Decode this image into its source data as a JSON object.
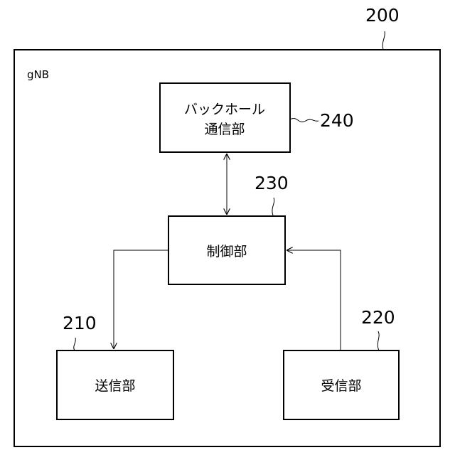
{
  "diagram": {
    "outer": {
      "ref": "200",
      "label": "gNB"
    },
    "backhaul": {
      "ref": "240",
      "label_line1": "バックホール",
      "label_line2": "通信部"
    },
    "control": {
      "ref": "230",
      "label": "制御部"
    },
    "transmitter": {
      "ref": "210",
      "label": "送信部"
    },
    "receiver": {
      "ref": "220",
      "label": "受信部"
    }
  }
}
